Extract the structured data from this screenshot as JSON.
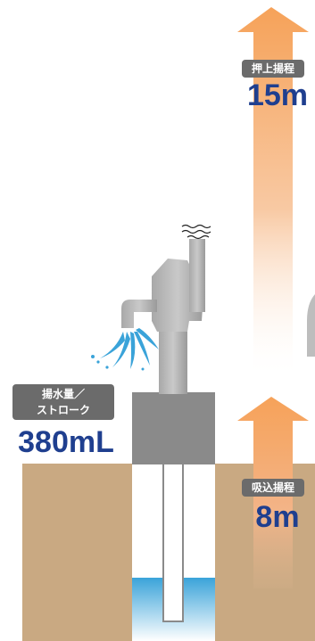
{
  "push_height": {
    "label": "押上揚程",
    "value": "15m"
  },
  "suction_height": {
    "label": "吸込揚程",
    "value": "8m"
  },
  "volume": {
    "label_line1": "揚水量／",
    "label_line2": "ストローク",
    "value": "380mL"
  },
  "colors": {
    "ground": "#c9a982",
    "arrow": "#f5a55a",
    "pump_gray": "#9a9a9a",
    "label_bg": "#6b6b6b",
    "value_text": "#1f3f8f",
    "water": "#3aa3d9"
  },
  "icons": [
    "wavy-lines-icon",
    "water-spray-icon",
    "hand-pump-icon",
    "up-arrow-icon"
  ]
}
